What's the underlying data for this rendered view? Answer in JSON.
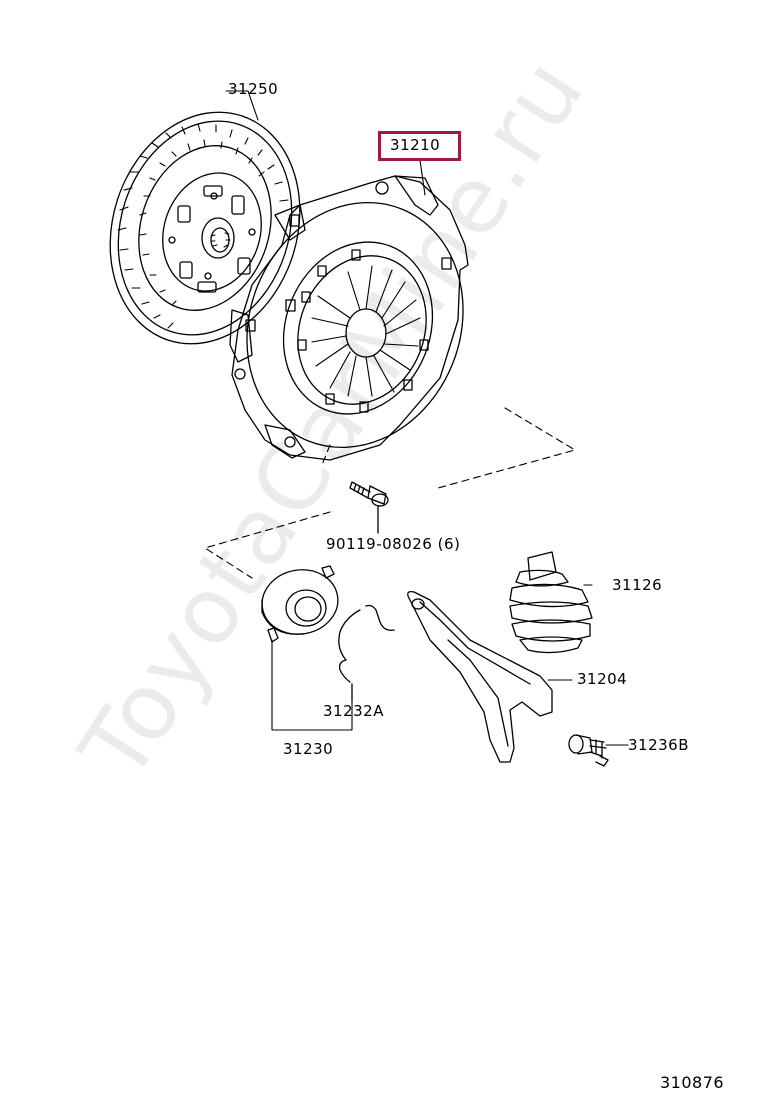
{
  "colors": {
    "highlight": "#9b1c3c",
    "line": "#000000",
    "watermark": "#bdbdbd"
  },
  "parts": {
    "clutch_disc": "31250",
    "clutch_cover": "31210",
    "bolt": "90119-08026 (6)",
    "release_bearing": "31230",
    "bearing_clip": "31232A",
    "boot": "31126",
    "release_fork": "31204",
    "fork_support": "31236B"
  },
  "diagram_id": "310876",
  "watermark": "ToyotaCarMine.ru"
}
